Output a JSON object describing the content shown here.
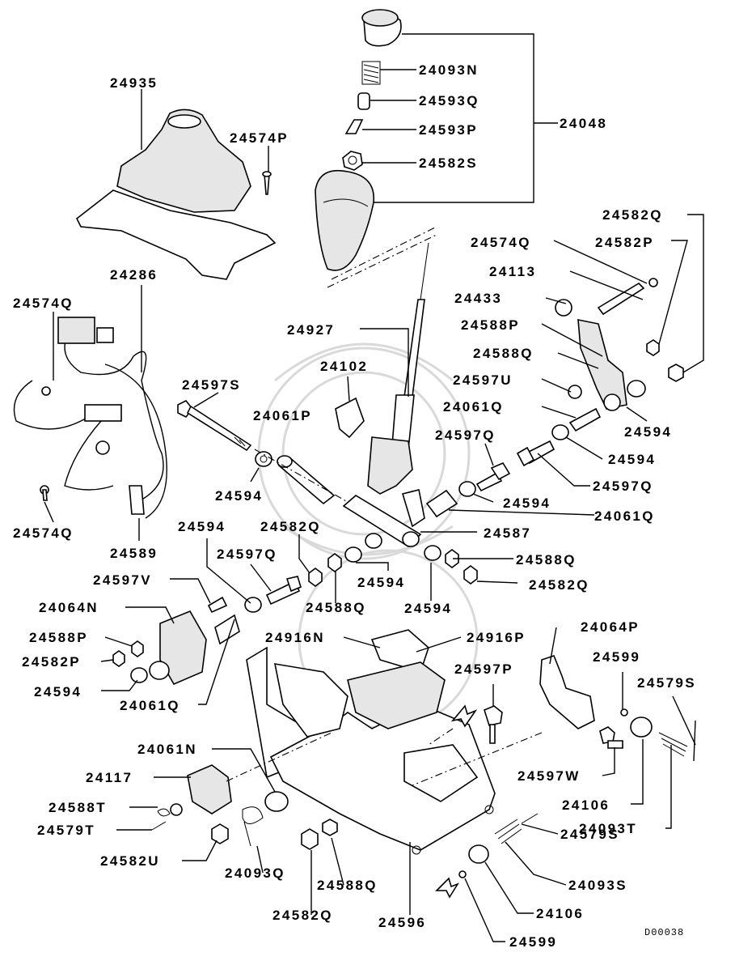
{
  "diagram": {
    "drawing_code": "D00038",
    "labels": {
      "l_24093N_top": "24093N",
      "l_24593Q": "24593Q",
      "l_24593P": "24593P",
      "l_24048": "24048",
      "l_24582S": "24582S",
      "l_24935": "24935",
      "l_24574P": "24574P",
      "l_24582Q_r1": "24582Q",
      "l_24574Q_r": "24574Q",
      "l_24582P_r": "24582P",
      "l_24113": "24113",
      "l_24433": "24433",
      "l_24286": "24286",
      "l_24574Q_l1": "24574Q",
      "l_24927": "24927",
      "l_24588P_r": "24588P",
      "l_24588Q_r1": "24588Q",
      "l_24102": "24102",
      "l_24597U": "24597U",
      "l_24597S": "24597S",
      "l_24061P": "24061P",
      "l_24061Q_r1": "24061Q",
      "l_24594_r1": "24594",
      "l_24597Q_r1": "24597Q",
      "l_24594_r2": "24594",
      "l_24597Q_r2": "24597Q",
      "l_24594_l1": "24594",
      "l_24594_r3": "24594",
      "l_24061Q_r2": "24061Q",
      "l_24574Q_l2": "24574Q",
      "l_24587": "24587",
      "l_24594_c1": "24594",
      "l_24582Q_c": "24582Q",
      "l_24589": "24589",
      "l_24588Q_r2": "24588Q",
      "l_24597Q_c": "24597Q",
      "l_24594_c2": "24594",
      "l_24582Q_r2": "24582Q",
      "l_24597V": "24597V",
      "l_24064N": "24064N",
      "l_24588Q_c": "24588Q",
      "l_24594_c3": "24594",
      "l_24064P": "24064P",
      "l_24916N": "24916N",
      "l_24916P": "24916P",
      "l_24588P_l": "24588P",
      "l_24599_r": "24599",
      "l_24582P_l": "24582P",
      "l_24597P": "24597P",
      "l_24579S_r": "24579S",
      "l_24594_l2": "24594",
      "l_24061Q_l": "24061Q",
      "l_24597W": "24597W",
      "l_24061N": "24061N",
      "l_24117": "24117",
      "l_24106_r": "24106",
      "l_24588T": "24588T",
      "l_24093T": "24093T",
      "l_24579T": "24579T",
      "l_24579S_b": "24579S",
      "l_24582U": "24582U",
      "l_24093S": "24093S",
      "l_24093Q": "24093Q",
      "l_24588Q_b": "24588Q",
      "l_24106_b": "24106",
      "l_24582Q_b": "24582Q",
      "l_24596": "24596",
      "l_24599_b": "24599"
    }
  }
}
